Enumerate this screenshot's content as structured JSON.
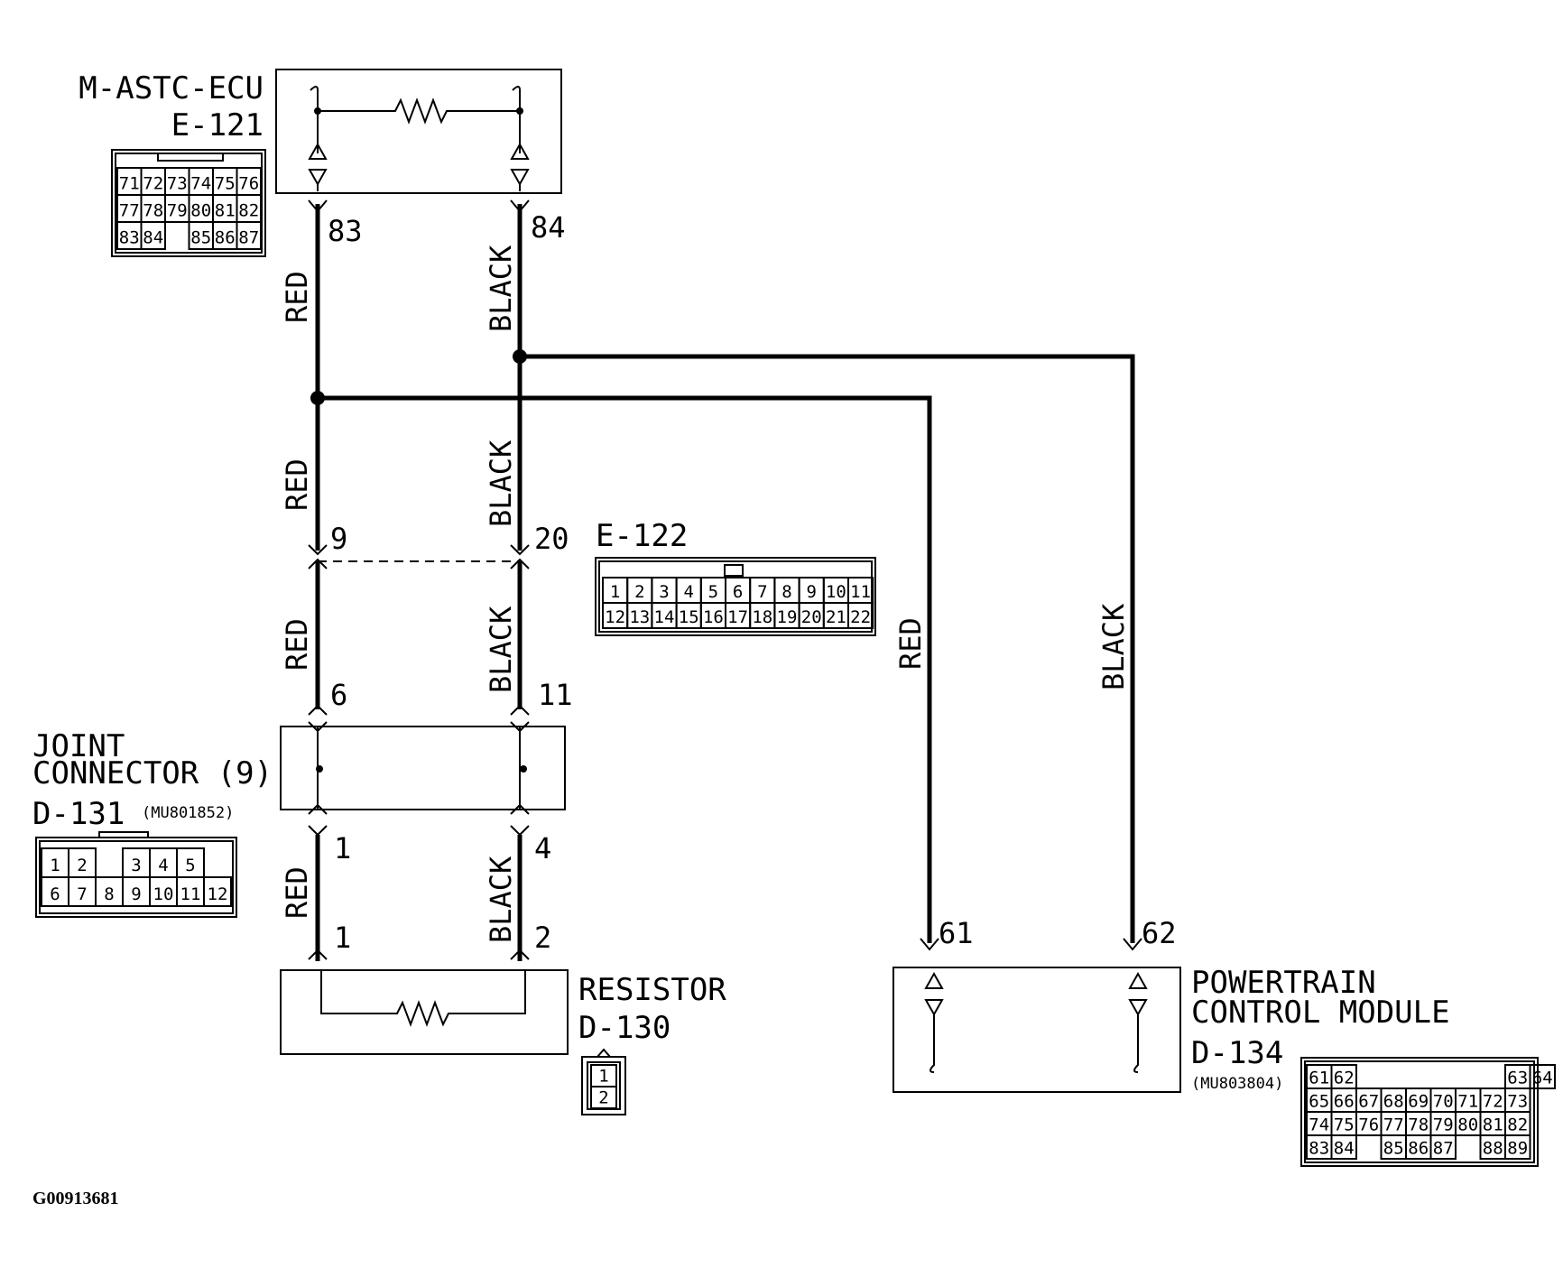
{
  "components": {
    "ecu": {
      "name": "M-ASTC-ECU",
      "code": "E-121"
    },
    "intermediate": {
      "code": "E-122"
    },
    "joint": {
      "name_line1": "JOINT",
      "name_line2": "CONNECTOR (9)",
      "code": "D-131",
      "part": "(MU801852)"
    },
    "resistor": {
      "name": "RESISTOR",
      "code": "D-130"
    },
    "pcm": {
      "name_line1": "POWERTRAIN",
      "name_line2": "CONTROL MODULE",
      "code": "D-134",
      "part": "(MU803804)"
    }
  },
  "pins": {
    "ecu_left": "83",
    "ecu_right": "84",
    "e122_left": "9",
    "e122_right": "20",
    "joint_top_left": "6",
    "joint_top_right": "11",
    "joint_bot_left": "1",
    "joint_bot_right": "4",
    "res_left": "1",
    "res_right": "2",
    "pcm_left": "61",
    "pcm_right": "62"
  },
  "wire_colors": {
    "red": "RED",
    "black": "BLACK"
  },
  "connector_grids": {
    "e121": [
      [
        "71",
        "72",
        "73",
        "74",
        "75",
        "76"
      ],
      [
        "77",
        "78",
        "79",
        "80",
        "81",
        "82"
      ],
      [
        "83",
        "84",
        "",
        "85",
        "86",
        "87"
      ]
    ],
    "e122": [
      [
        "1",
        "2",
        "3",
        "4",
        "5",
        "6",
        "7",
        "8",
        "9",
        "10",
        "11"
      ],
      [
        "12",
        "13",
        "14",
        "15",
        "16",
        "17",
        "18",
        "19",
        "20",
        "21",
        "22"
      ]
    ],
    "d131": [
      [
        "1",
        "2",
        "",
        "3",
        "4",
        "5"
      ],
      [
        "6",
        "7",
        "8",
        "9",
        "10",
        "11",
        "12"
      ]
    ],
    "d130": [
      [
        "1"
      ],
      [
        "2"
      ]
    ],
    "d134": [
      [
        "61",
        "62",
        "",
        "",
        "",
        "",
        "",
        "",
        "63",
        "64"
      ],
      [
        "65",
        "66",
        "67",
        "68",
        "69",
        "70",
        "71",
        "72",
        "73"
      ],
      [
        "74",
        "75",
        "76",
        "77",
        "78",
        "79",
        "80",
        "81",
        "82"
      ],
      [
        "83",
        "84",
        "",
        "85",
        "86",
        "87",
        "",
        "88",
        "89"
      ]
    ]
  },
  "footer": {
    "figure_id": "G00913681"
  }
}
